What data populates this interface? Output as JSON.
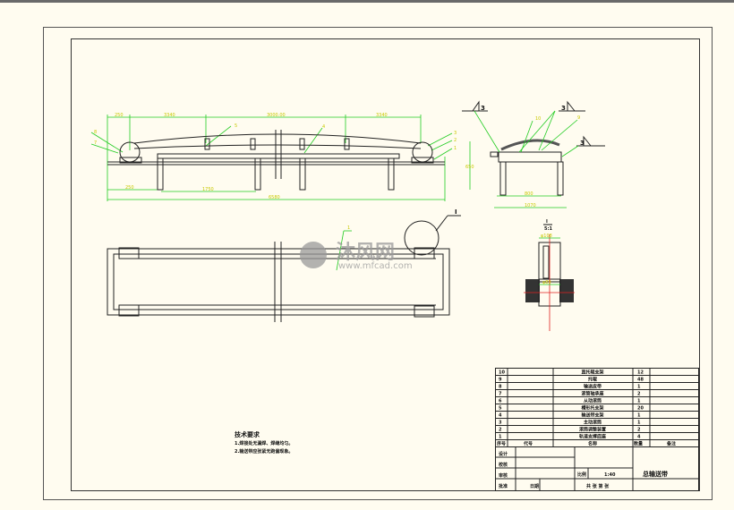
{
  "drawing": {
    "side_view_dims": [
      "250",
      "3340",
      "3000.00",
      "3340",
      "250",
      "1750",
      "6580"
    ],
    "side_view_balloons": [
      "8",
      "7",
      "5",
      "4",
      "3",
      "2",
      "1"
    ],
    "section_dims": [
      "650",
      "800",
      "1070"
    ],
    "weld_symbols": [
      "3",
      "3",
      "3"
    ],
    "section_balloons": [
      "10",
      "9"
    ],
    "detail_label": "I",
    "detail_scale": "5:1",
    "detail_dims": [
      "φ108",
      "φ89"
    ],
    "plan_balloon": "1"
  },
  "watermark": {
    "brand": "沐风网",
    "url": "www.mfcad.com"
  },
  "tech_requirements": {
    "title": "技术要求",
    "lines": [
      "1.焊接处无漏焊、焊缝均匀。",
      "2.输送带应张紧无跑偏现象。"
    ]
  },
  "bom": {
    "rows": [
      {
        "no": "10",
        "name": "直托辊支架",
        "qty": "12"
      },
      {
        "no": "9",
        "name": "托辊",
        "qty": "48"
      },
      {
        "no": "8",
        "name": "输送皮带",
        "qty": "1"
      },
      {
        "no": "7",
        "name": "滚筒轴承座",
        "qty": "2"
      },
      {
        "no": "6",
        "name": "从动滚筒",
        "qty": "1"
      },
      {
        "no": "5",
        "name": "槽形托支架",
        "qty": "20"
      },
      {
        "no": "4",
        "name": "输送带支架",
        "qty": "1"
      },
      {
        "no": "3",
        "name": "主动滚筒",
        "qty": "1"
      },
      {
        "no": "2",
        "name": "滚筒调整装置",
        "qty": "2"
      },
      {
        "no": "1",
        "name": "轨道支撑底座",
        "qty": "4"
      }
    ],
    "header": {
      "no": "序号",
      "code": "代号",
      "name": "名称",
      "qty": "数量",
      "remark": "备注"
    }
  },
  "title_block": {
    "design": "设计",
    "check": "校核",
    "review": "审核",
    "approve": "批准",
    "date": "日期",
    "scale_label": "比例",
    "scale": "1:40",
    "sheets": "共 张 第 张",
    "title": "总输送带"
  }
}
